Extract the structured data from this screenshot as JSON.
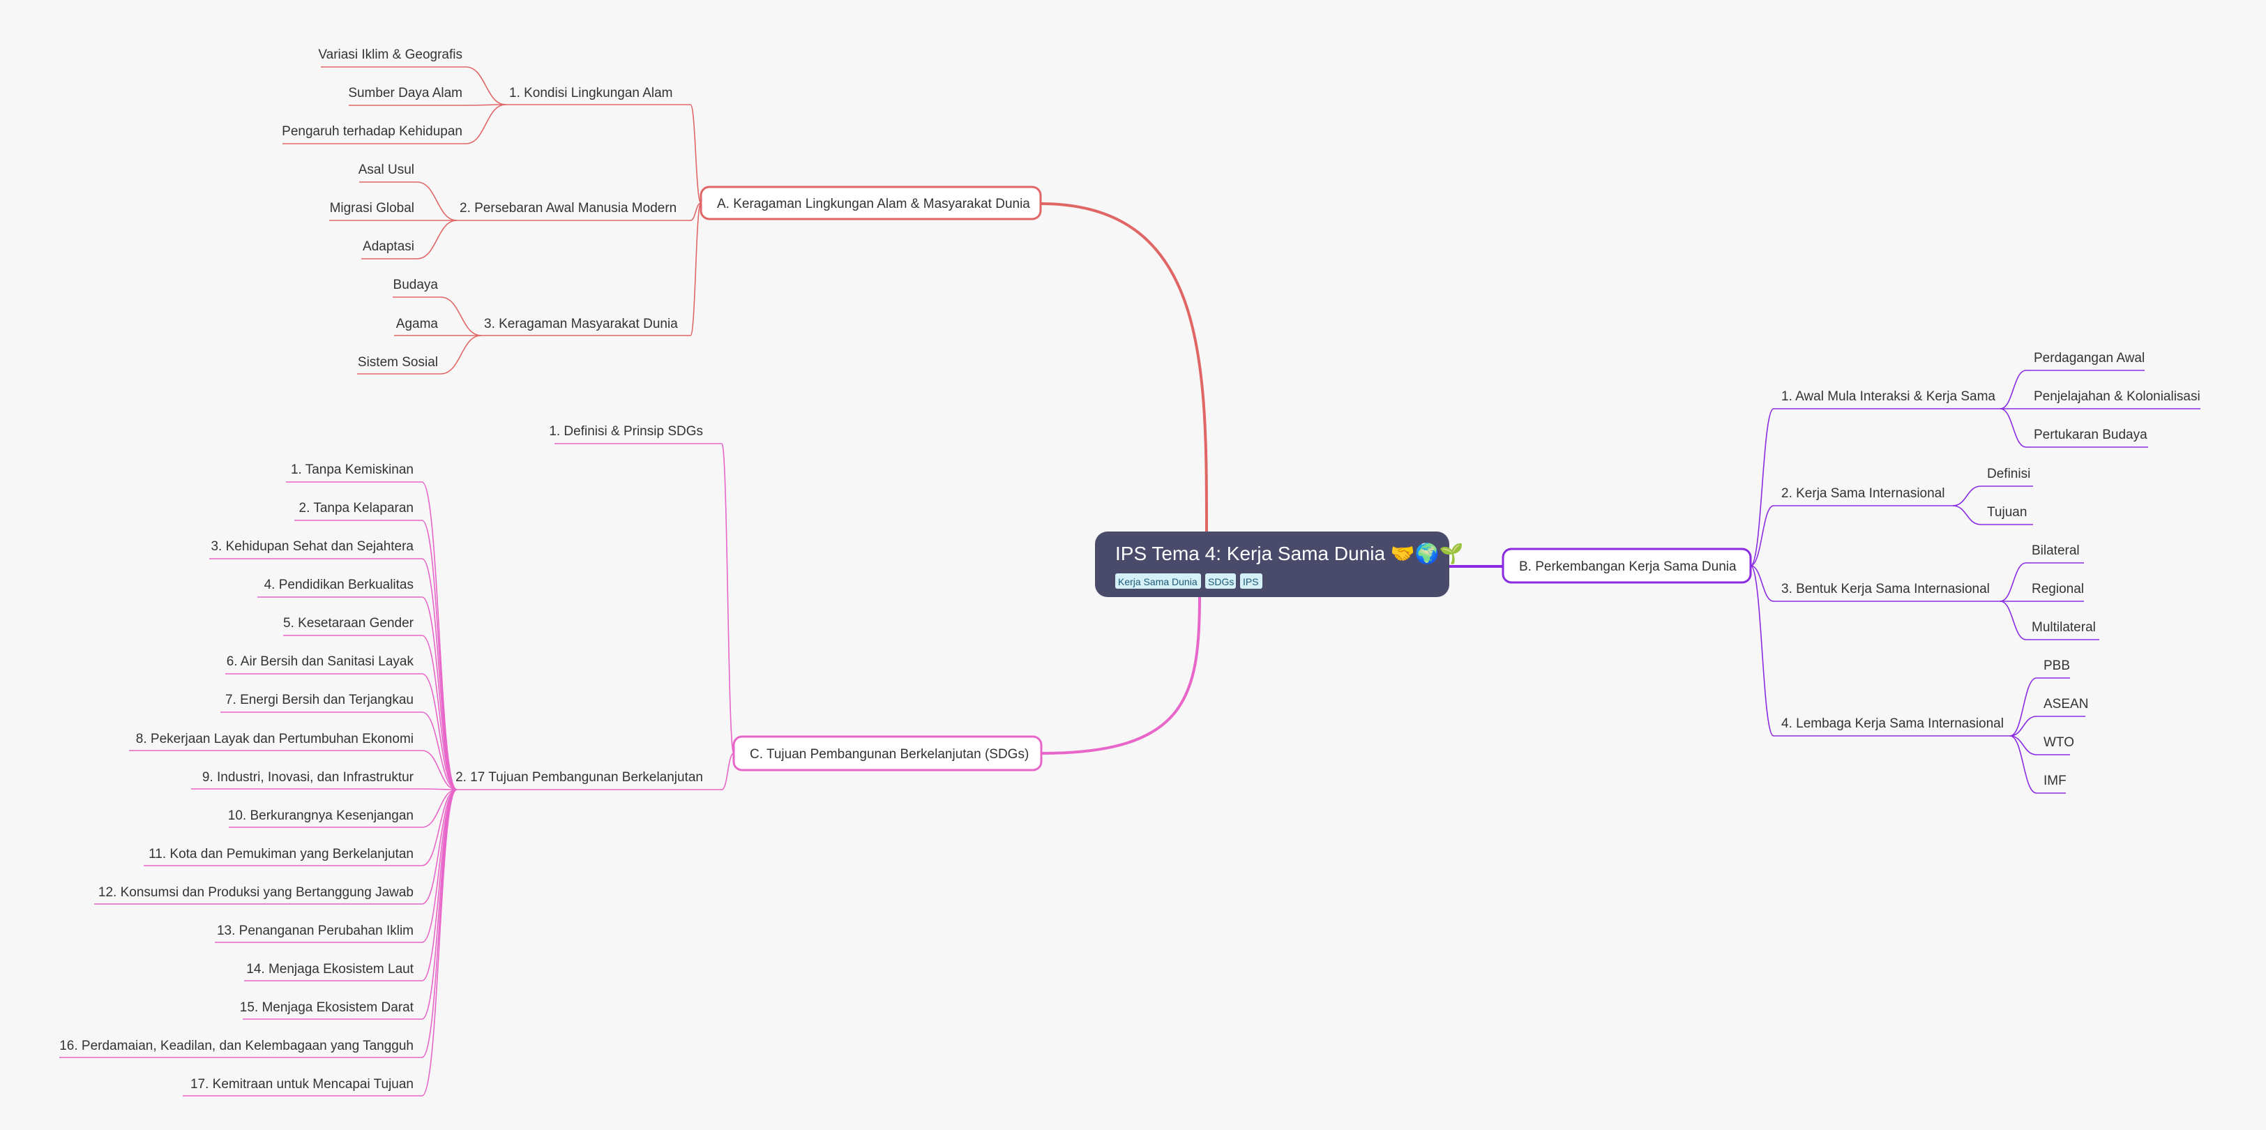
{
  "root": {
    "title": "IPS Tema 4: Kerja Sama Dunia 🤝🌍🌱",
    "tags": [
      "Kerja Sama Dunia",
      "SDGs",
      "IPS"
    ]
  },
  "colors": {
    "root_bg": "#4a4a6a",
    "tag_bg": "#d6f0f7",
    "branch_a": "#e06666",
    "branch_b": "#8a2be2",
    "branch_c": "#e865c9"
  },
  "branches": {
    "a": {
      "label": "A. Keragaman Lingkungan Alam & Masyarakat Dunia",
      "children": [
        {
          "label": "1. Kondisi Lingkungan Alam",
          "children": [
            "Variasi Iklim & Geografis",
            "Sumber Daya Alam",
            "Pengaruh terhadap Kehidupan"
          ]
        },
        {
          "label": "2. Persebaran Awal Manusia Modern",
          "children": [
            "Asal Usul",
            "Migrasi Global",
            "Adaptasi"
          ]
        },
        {
          "label": "3. Keragaman Masyarakat Dunia",
          "children": [
            "Budaya",
            "Agama",
            "Sistem Sosial"
          ]
        }
      ]
    },
    "b": {
      "label": "B. Perkembangan Kerja Sama Dunia",
      "children": [
        {
          "label": "1. Awal Mula Interaksi & Kerja Sama",
          "children": [
            "Perdagangan Awal",
            "Penjelajahan & Kolonialisasi",
            "Pertukaran Budaya"
          ]
        },
        {
          "label": "2. Kerja Sama Internasional",
          "children": [
            "Definisi",
            "Tujuan"
          ]
        },
        {
          "label": "3. Bentuk Kerja Sama Internasional",
          "children": [
            "Bilateral",
            "Regional",
            "Multilateral"
          ]
        },
        {
          "label": "4. Lembaga Kerja Sama Internasional",
          "children": [
            "PBB",
            "ASEAN",
            "WTO",
            "IMF"
          ]
        }
      ]
    },
    "c": {
      "label": "C. Tujuan Pembangunan Berkelanjutan (SDGs)",
      "children": [
        {
          "label": "1. Definisi & Prinsip SDGs",
          "children": []
        },
        {
          "label": "2. 17 Tujuan Pembangunan Berkelanjutan",
          "children": [
            "1. Tanpa Kemiskinan",
            "2. Tanpa Kelaparan",
            "3. Kehidupan Sehat dan Sejahtera",
            "4. Pendidikan Berkualitas",
            "5. Kesetaraan Gender",
            "6. Air Bersih dan Sanitasi Layak",
            "7. Energi Bersih dan Terjangkau",
            "8. Pekerjaan Layak dan Pertumbuhan Ekonomi",
            "9. Industri, Inovasi, dan Infrastruktur",
            "10. Berkurangnya Kesenjangan",
            "11. Kota dan Pemukiman yang Berkelanjutan",
            "12. Konsumsi dan Produksi yang Bertanggung Jawab",
            "13. Penanganan Perubahan Iklim",
            "14. Menjaga Ekosistem Laut",
            "15. Menjaga Ekosistem Darat",
            "16. Perdamaian, Keadilan, dan Kelembagaan yang Tangguh",
            "17. Kemitraan untuk Mencapai Tujuan"
          ]
        }
      ]
    }
  }
}
